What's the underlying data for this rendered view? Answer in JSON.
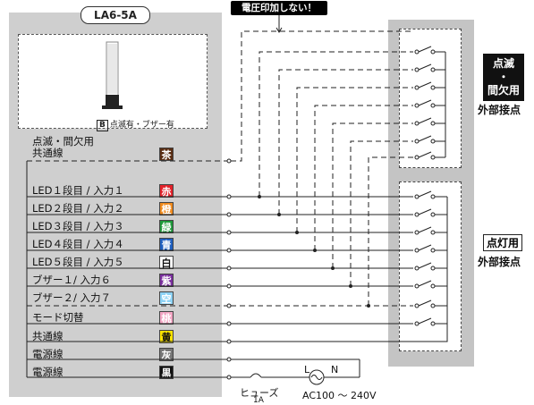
{
  "model": "LA6-5A",
  "device_caption": {
    "box": "B",
    "text": "点滅有・ブザー有"
  },
  "warning": "電圧印加しない！",
  "rows": [
    {
      "label": "点滅・間欠用",
      "label2": "共通線",
      "color_name": "茶",
      "bg": "#5a2d12",
      "fg": "#ffffff"
    },
    {
      "label": "LED１段目 / 入力１",
      "color_name": "赤",
      "bg": "#e3232b",
      "fg": "#ffffff"
    },
    {
      "label": "LED２段目 / 入力２",
      "color_name": "橙",
      "bg": "#f08a1c",
      "fg": "#ffffff"
    },
    {
      "label": "LED３段目 / 入力３",
      "color_name": "緑",
      "bg": "#1e9a3a",
      "fg": "#ffffff"
    },
    {
      "label": "LED４段目 / 入力４",
      "color_name": "青",
      "bg": "#1f5fbf",
      "fg": "#ffffff"
    },
    {
      "label": "LED５段目 / 入力５",
      "color_name": "白",
      "bg": "#ffffff",
      "fg": "#111111"
    },
    {
      "label": "ブザー１/ 入力６",
      "color_name": "紫",
      "bg": "#7a2e9e",
      "fg": "#ffffff"
    },
    {
      "label": "ブザー２/ 入力７",
      "color_name": "空",
      "bg": "#8fd3f5",
      "fg": "#ffffff"
    },
    {
      "label": "モード切替",
      "color_name": "桃",
      "bg": "#f3a6c4",
      "fg": "#ffffff"
    },
    {
      "label": "共通線",
      "color_name": "黄",
      "bg": "#ffe600",
      "fg": "#111111"
    },
    {
      "label": "電源線",
      "color_name": "灰",
      "bg": "#777777",
      "fg": "#ffffff"
    },
    {
      "label": "電源線",
      "color_name": "黒",
      "bg": "#111111",
      "fg": "#ffffff"
    }
  ],
  "blink_contacts": {
    "tag_line1": "点滅",
    "tag_dot": "・",
    "tag_line2": "間欠用",
    "caption": "外部接点"
  },
  "steady_contacts": {
    "tag": "点灯用",
    "caption": "外部接点"
  },
  "fuse": {
    "label": "ヒューズ",
    "rating": "1A"
  },
  "power": {
    "L": "L",
    "N": "N",
    "spec": "AC100 ～ 240V"
  }
}
